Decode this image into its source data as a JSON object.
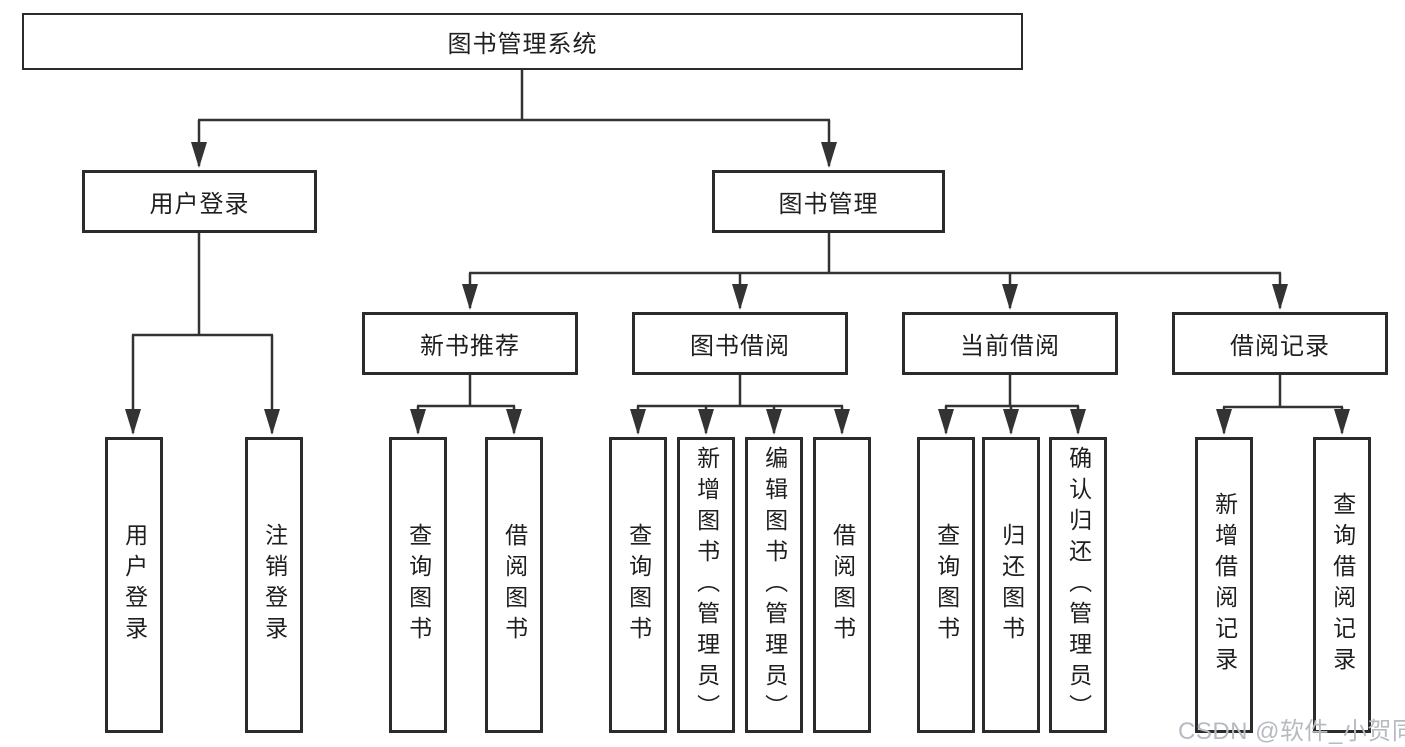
{
  "tree": {
    "root": {
      "label": "图书管理系统",
      "children": [
        {
          "label": "用户登录",
          "children": [
            {
              "label": "用户登录"
            },
            {
              "label": "注销登录"
            }
          ]
        },
        {
          "label": "图书管理",
          "children": [
            {
              "label": "新书推荐",
              "children": [
                {
                  "label": "查询图书"
                },
                {
                  "label": "借阅图书"
                }
              ]
            },
            {
              "label": "图书借阅",
              "children": [
                {
                  "label": "查询图书"
                },
                {
                  "label": "新增图书（管理员）"
                },
                {
                  "label": "编辑图书（管理员）"
                },
                {
                  "label": "借阅图书"
                }
              ]
            },
            {
              "label": "当前借阅",
              "children": [
                {
                  "label": "查询图书"
                },
                {
                  "label": "归还图书"
                },
                {
                  "label": "确认归还（管理员）"
                }
              ]
            },
            {
              "label": "借阅记录",
              "children": [
                {
                  "label": "新增借阅记录"
                },
                {
                  "label": "查询借阅记录"
                }
              ]
            }
          ]
        }
      ]
    }
  },
  "watermark": {
    "text": "CSDN @软件_小贺同学"
  },
  "colors": {
    "line": "#333333",
    "box_border": "#2b2b2b",
    "text": "#1f1f1f",
    "watermark": "#b7bbc1",
    "background": "#ffffff"
  }
}
